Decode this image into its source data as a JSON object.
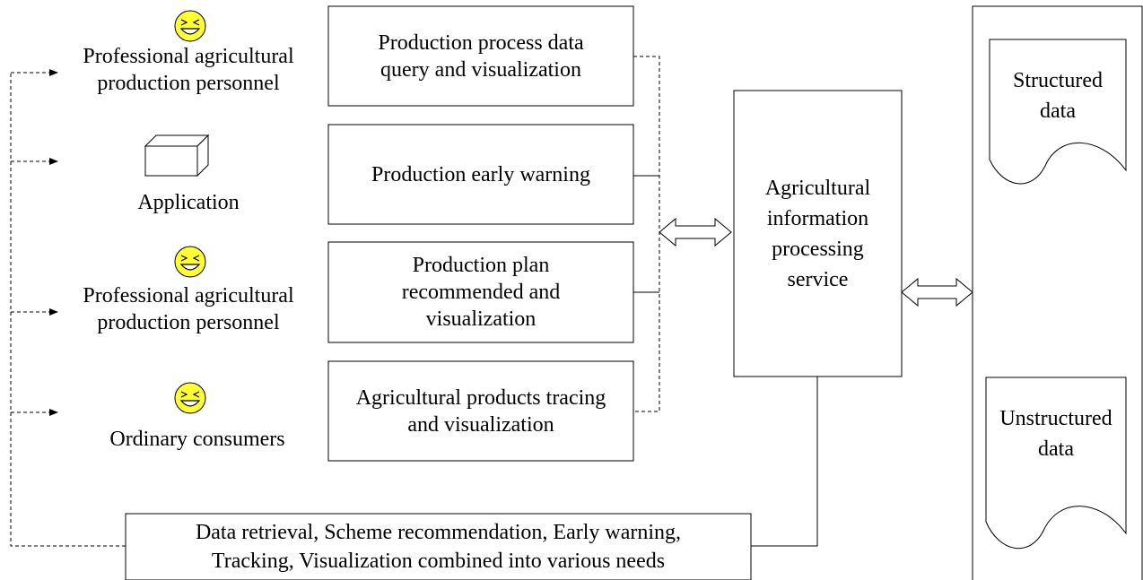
{
  "users": [
    {
      "label": "Professional agricultural\nproduction personnel",
      "icon": "smiley-icon"
    },
    {
      "label": "Application",
      "icon": "box-icon"
    },
    {
      "label": "Professional agricultural\nproduction personnel",
      "icon": "smiley-icon"
    },
    {
      "label": "Ordinary consumers",
      "icon": "smiley-icon"
    }
  ],
  "functions": [
    {
      "label": "Production process data\nquery and visualization"
    },
    {
      "label": "Production early warning"
    },
    {
      "label": "Production plan\nrecommended and\nvisualization"
    },
    {
      "label": "Agricultural products tracing\nand visualization"
    }
  ],
  "service": {
    "label": "Agricultural\ninformation\nprocessing\nservice"
  },
  "combined": {
    "label": "Data retrieval, Scheme recommendation, Early warning,\nTracking, Visualization combined into various needs"
  },
  "storage": [
    {
      "label": "Structured\ndata"
    },
    {
      "label": "Unstructured\ndata"
    }
  ],
  "colors": {
    "smiley_fill": "#ffff33",
    "line": "#000000",
    "background": "#ffffff"
  }
}
